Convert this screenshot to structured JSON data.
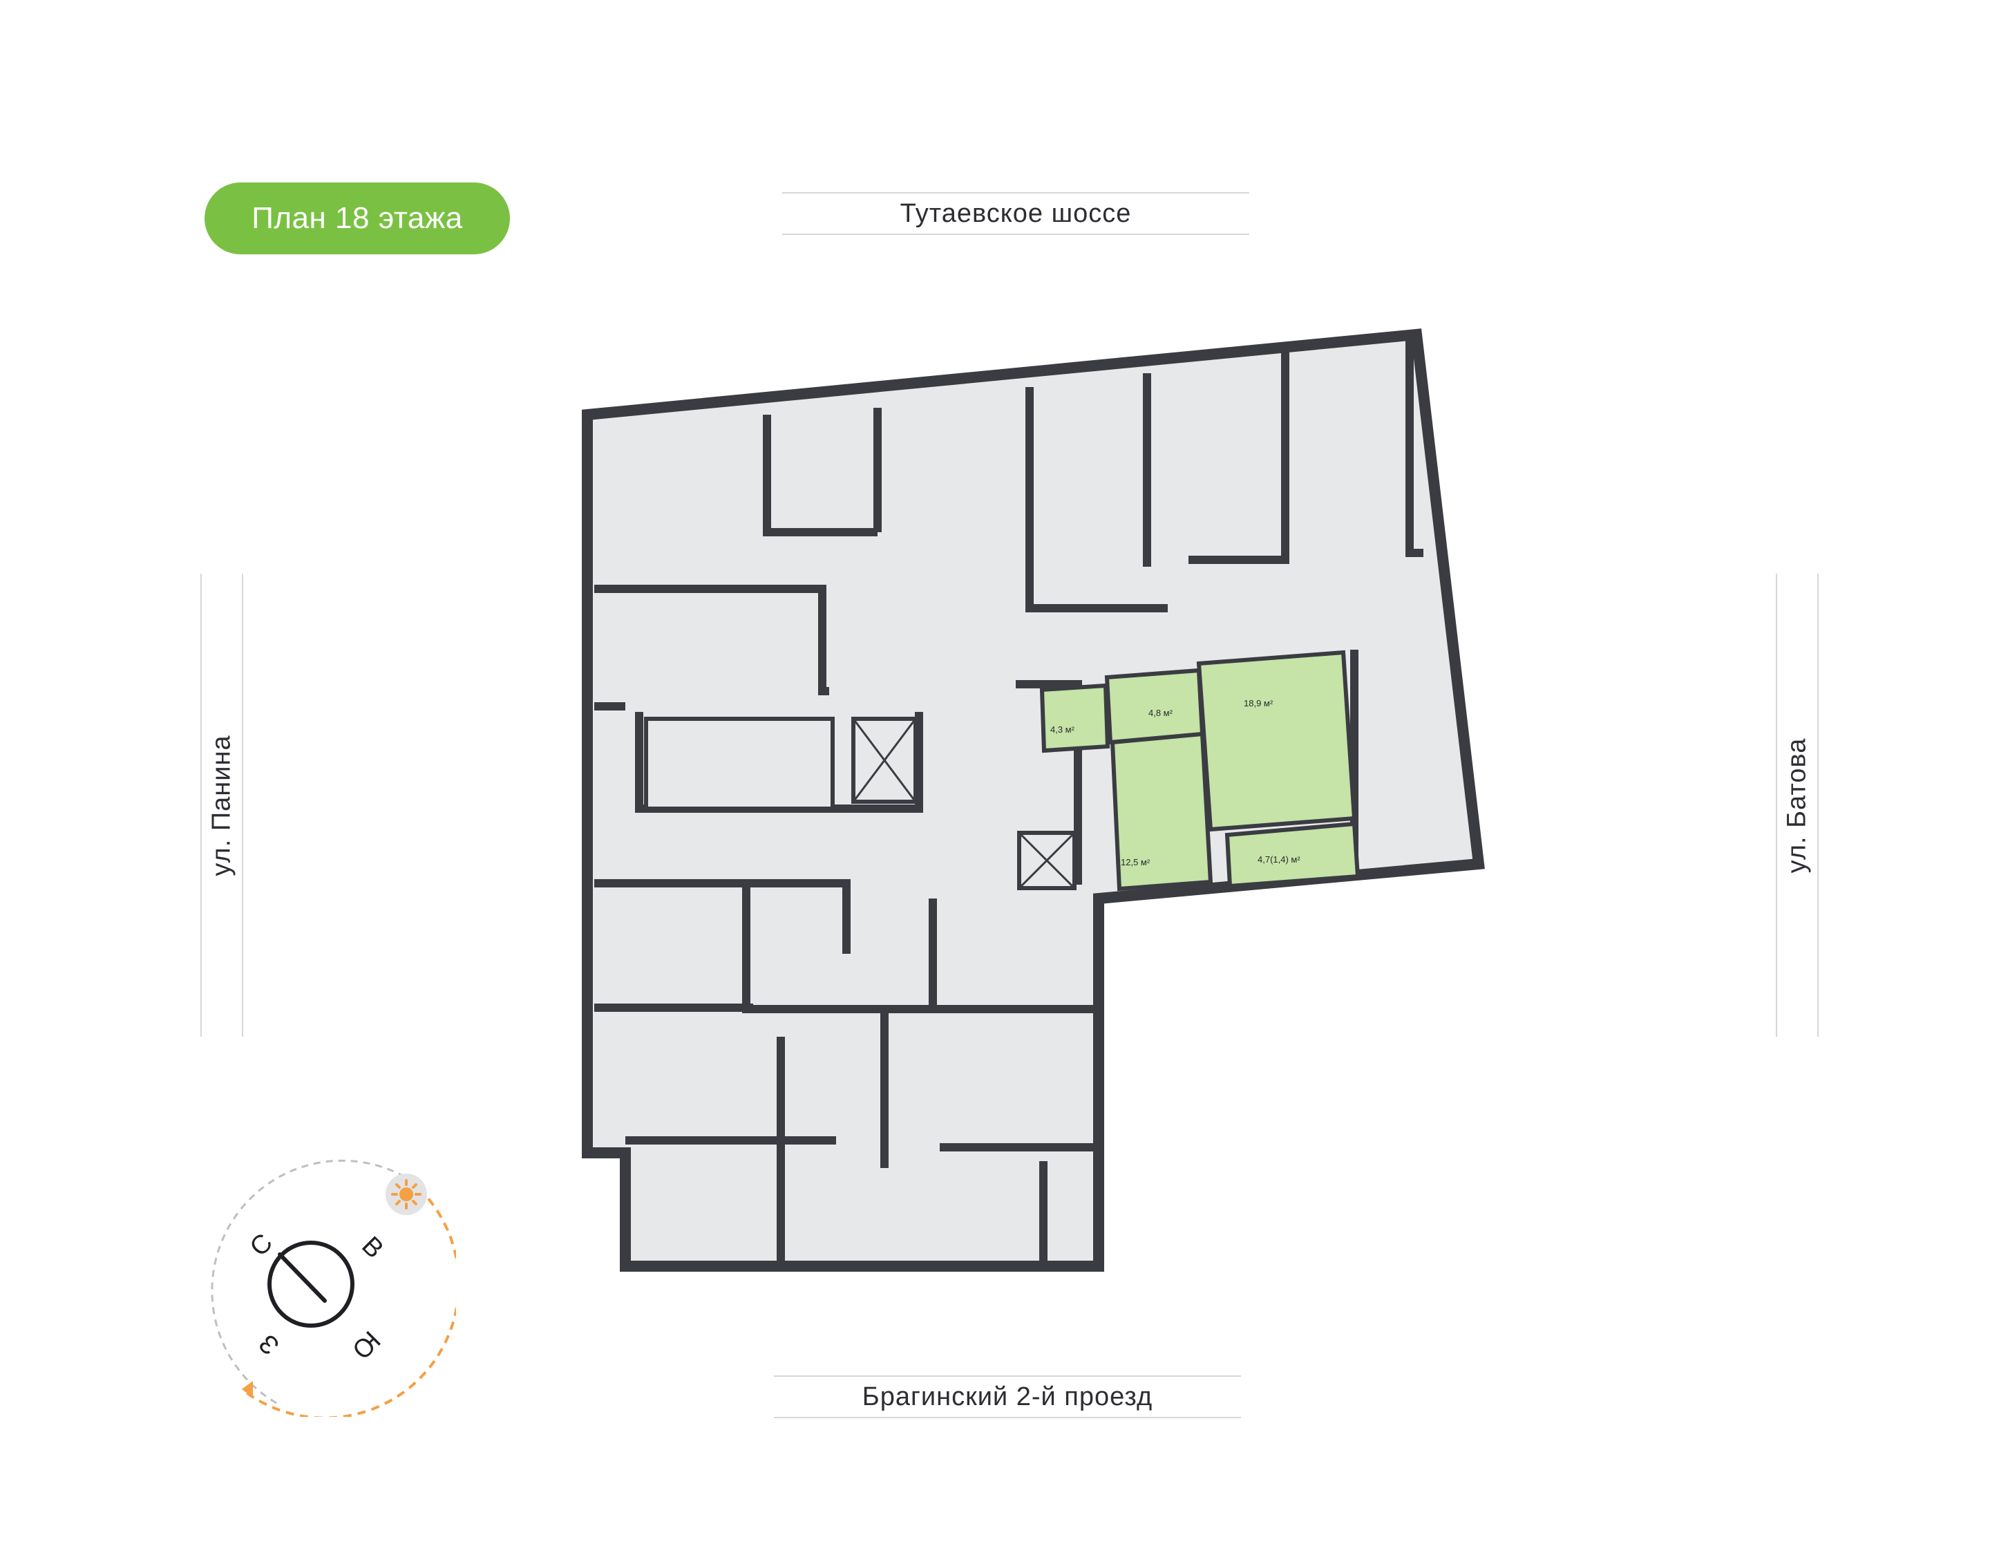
{
  "header": {
    "floor_label": "План 18 этажа"
  },
  "streets": {
    "top": "Тутаевское шоссе",
    "bottom": "Брагинский 2-й проезд",
    "left": "ул. Панина",
    "right": "ул. Батова"
  },
  "apartment": {
    "rooms": [
      {
        "name": "bathroom",
        "area": "4,3 м²"
      },
      {
        "name": "hallway",
        "area": "4,8 м²"
      },
      {
        "name": "living-room",
        "area": "18,9 м²"
      },
      {
        "name": "kitchen",
        "area": "12,5 м²"
      },
      {
        "name": "balcony",
        "area": "4,7(1,4) м²"
      }
    ]
  },
  "compass": {
    "north": "С",
    "east": "В",
    "south": "Ю",
    "west": "З",
    "sun-icon": "sun-icon"
  },
  "colors": {
    "accent_green": "#7ac143",
    "highlight_green": "#c6e3a8",
    "room_gray": "#e7e8ea",
    "wall": "#3b3c42",
    "sun_orange": "#f4a043"
  }
}
